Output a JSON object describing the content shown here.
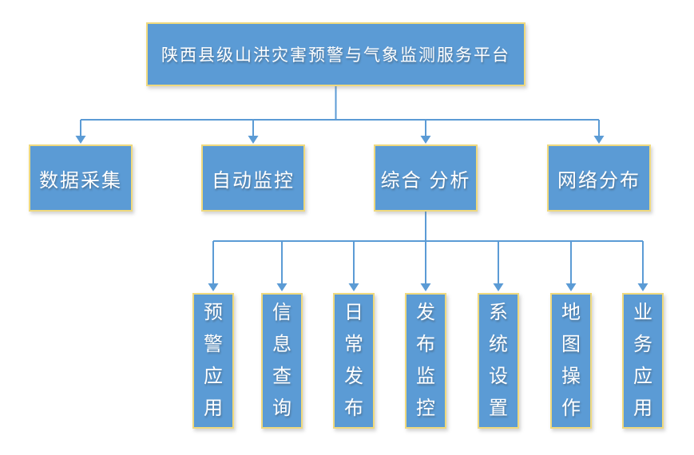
{
  "diagram": {
    "root": {
      "label": "陕西县级山洪灾害预警与气象监测服务平台"
    },
    "level2": [
      {
        "label": "数据采集"
      },
      {
        "label": "自动监控"
      },
      {
        "label": "综合 分析"
      },
      {
        "label": "网络分布"
      }
    ],
    "level3": [
      {
        "label": "预警应用"
      },
      {
        "label": "信息查询"
      },
      {
        "label": "日常发布"
      },
      {
        "label": "发布监控"
      },
      {
        "label": "系统设置"
      },
      {
        "label": "地图操作"
      },
      {
        "label": "业务应用"
      }
    ]
  },
  "colors": {
    "node_fill": "#5B9BD5",
    "node_border": "#EFD97E",
    "connector": "#5B9BD5",
    "node_text": "#FFFFFF",
    "page_bg": "#FFFFFF"
  }
}
